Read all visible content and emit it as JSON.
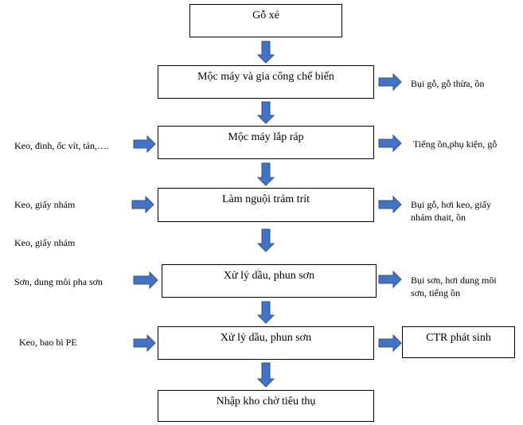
{
  "colors": {
    "arrow_fill": "#4472C4",
    "arrow_stroke": "#2F528F",
    "box_border": "#000000"
  },
  "flow": {
    "steps": [
      {
        "label": "Gỗ xẻ"
      },
      {
        "label": "Mộc máy và gia công chế biến"
      },
      {
        "label": "Mộc máy lắp ráp"
      },
      {
        "label": "Làm nguội trám trít"
      },
      {
        "label": "Xử lý dầu, phun sơn"
      },
      {
        "label": "Xử lý dầu, phun sơn"
      },
      {
        "label": "Nhập kho chờ tiêu thụ"
      }
    ],
    "ctr_box": {
      "label": "CTR phát sinh"
    }
  },
  "inputs": [
    {
      "label": "Keo, đinh, ốc vít, tán,…."
    },
    {
      "label": "Keo, giấy nhám"
    },
    {
      "label": "Keo, giấy nhám"
    },
    {
      "label": "Sơn, dung môi pha sơn"
    },
    {
      "label": "Keo, bao bì PE"
    }
  ],
  "outputs": [
    {
      "label": "Bụi gỗ, gỗ thừa, ồn"
    },
    {
      "label": "Tiếng ồn,phụ kiện, gỗ"
    },
    {
      "label": "Bụi gỗ, hơi keo, giấy nhám thait, ồn"
    },
    {
      "label": "Bụi sơn, hơi dung môi sơn, tiếng ồn"
    }
  ]
}
